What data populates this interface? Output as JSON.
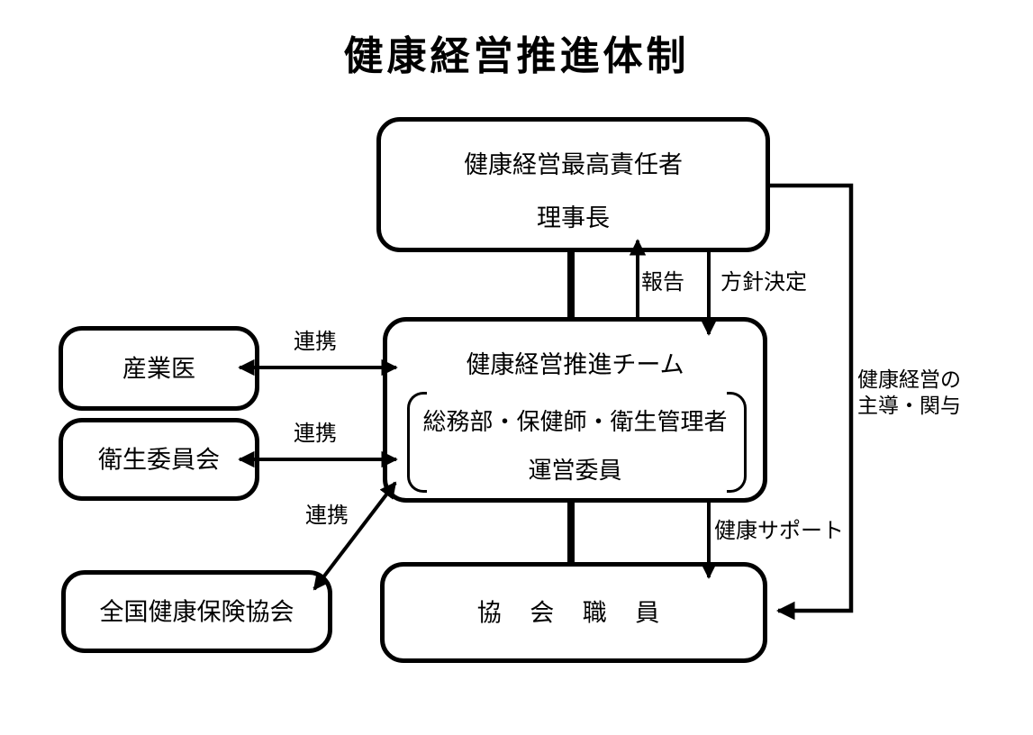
{
  "title": "健康経営推進体制",
  "nodes": {
    "top_executive": {
      "line1": "健康経営最高責任者",
      "line2": "理事長"
    },
    "promotion_team": {
      "title": "健康経営推進チーム",
      "members_line1": "総務部・保健師・衛生管理者",
      "members_line2": "運営委員"
    },
    "occupational_physician": {
      "label": "産業医"
    },
    "health_committee": {
      "label": "衛生委員会"
    },
    "insurance_association": {
      "label": "全国健康保険協会"
    },
    "association_staff": {
      "label": "協 会 職 員"
    }
  },
  "edge_labels": {
    "report": "報告",
    "policy_decision": "方針決定",
    "collaboration_1": "連携",
    "collaboration_2": "連携",
    "collaboration_3": "連携",
    "health_support": "健康サポート",
    "leadership_line1": "健康経営の",
    "leadership_line2": "主導・関与"
  },
  "colors": {
    "stroke": "#000000",
    "background": "#ffffff",
    "text": "#000000"
  }
}
